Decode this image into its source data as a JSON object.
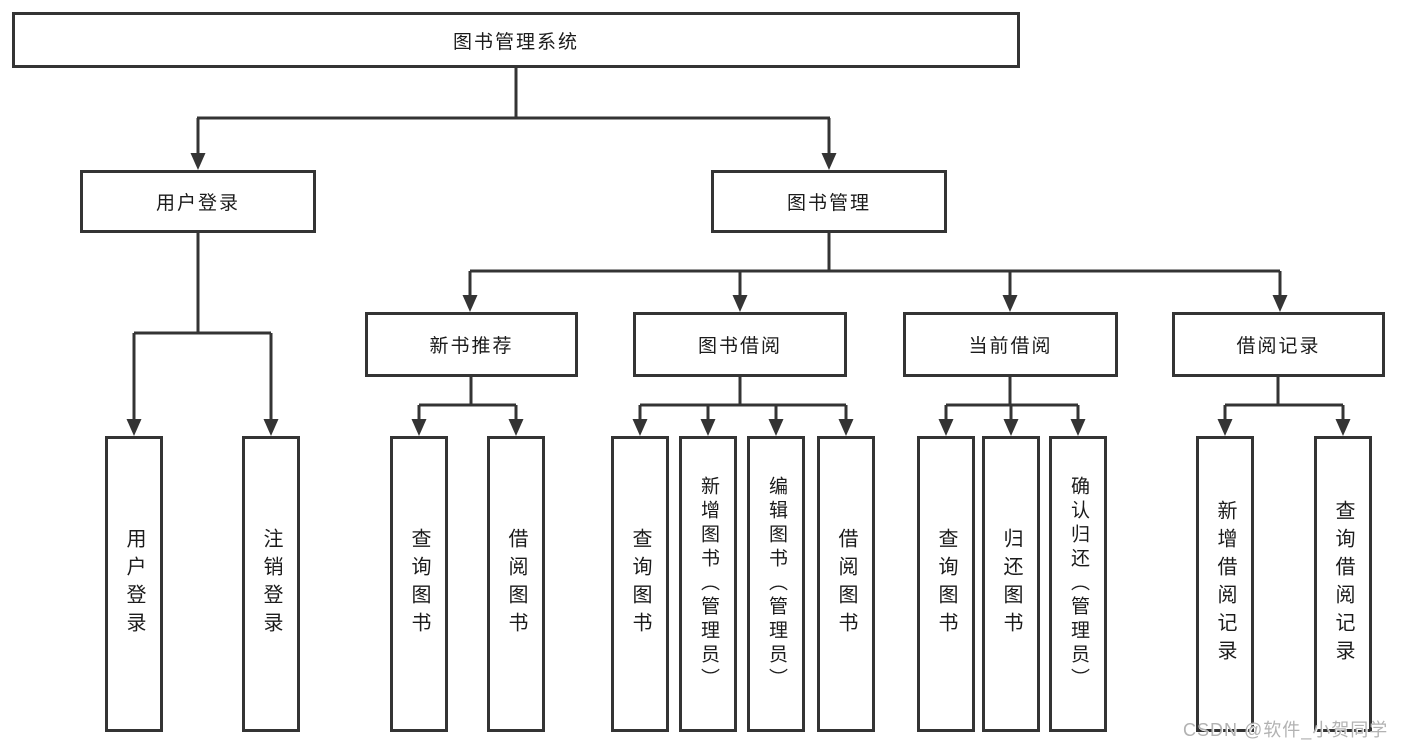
{
  "tree": {
    "label": "图书管理系统",
    "children": [
      {
        "label": "用户登录",
        "children": [
          {
            "label": "用户登录"
          },
          {
            "label": "注销登录"
          }
        ]
      },
      {
        "label": "图书管理",
        "children": [
          {
            "label": "新书推荐",
            "children": [
              {
                "label": "查询图书"
              },
              {
                "label": "借阅图书"
              }
            ]
          },
          {
            "label": "图书借阅",
            "children": [
              {
                "label": "查询图书"
              },
              {
                "label": "新增图书（管理员）"
              },
              {
                "label": "编辑图书（管理员）"
              },
              {
                "label": "借阅图书"
              }
            ]
          },
          {
            "label": "当前借阅",
            "children": [
              {
                "label": "查询图书"
              },
              {
                "label": "归还图书"
              },
              {
                "label": "确认归还（管理员）"
              }
            ]
          },
          {
            "label": "借阅记录",
            "children": [
              {
                "label": "新增借阅记录"
              },
              {
                "label": "查询借阅记录"
              }
            ]
          }
        ]
      }
    ]
  },
  "watermark": "CSDN @软件_小贺同学",
  "colors": {
    "line": "#343434",
    "text": "#1b1b1b",
    "box_background": "#ffffff",
    "watermark": "#b2b2b2"
  }
}
